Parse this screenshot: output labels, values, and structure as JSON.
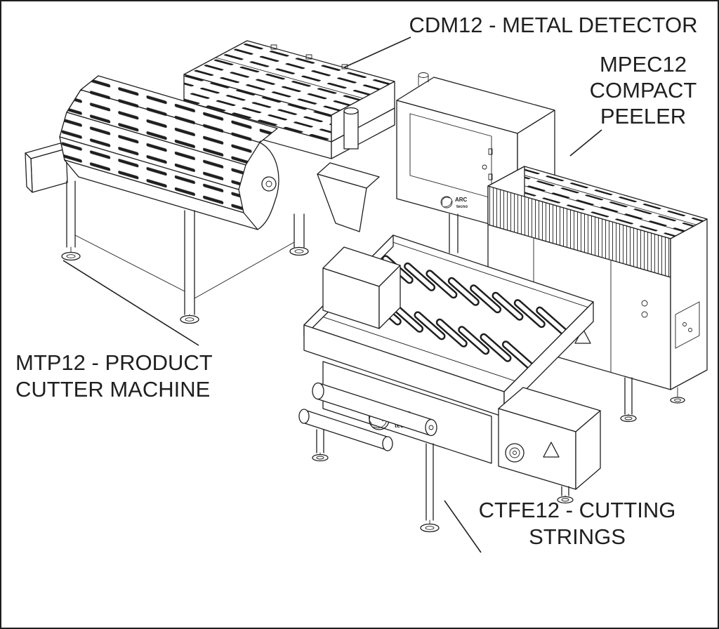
{
  "page": {
    "background": "#ffffff",
    "ink": "#1f1f1f",
    "kind": "isometric technical line diagram of a processing line"
  },
  "labels": {
    "metal_detector": {
      "text": "CDM12 - METAL DETECTOR"
    },
    "compact_peeler": {
      "line1": "MPEC12",
      "line2": "COMPACT",
      "line3": "PEELER"
    },
    "product_cutter": {
      "line1": "MTP12 - PRODUCT",
      "line2": "CUTTER MACHINE"
    },
    "cutting_strings": {
      "line1": "CTFE12 - CUTTING",
      "line2": "STRINGS"
    }
  },
  "brand": {
    "name": "ARC",
    "sub": "tecno"
  }
}
